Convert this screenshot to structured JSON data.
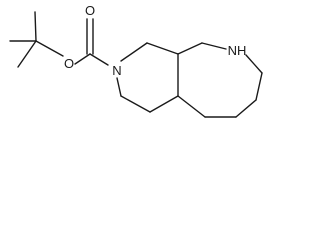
{
  "molecule": {
    "atoms": {
      "ring_n": "N",
      "ring_nh": "NH",
      "carbonyl_o": "O",
      "ester_o": "O"
    },
    "colors": {
      "bond": "#1a1a1a",
      "label": "#1a1a1a",
      "background": "#ffffff"
    }
  }
}
